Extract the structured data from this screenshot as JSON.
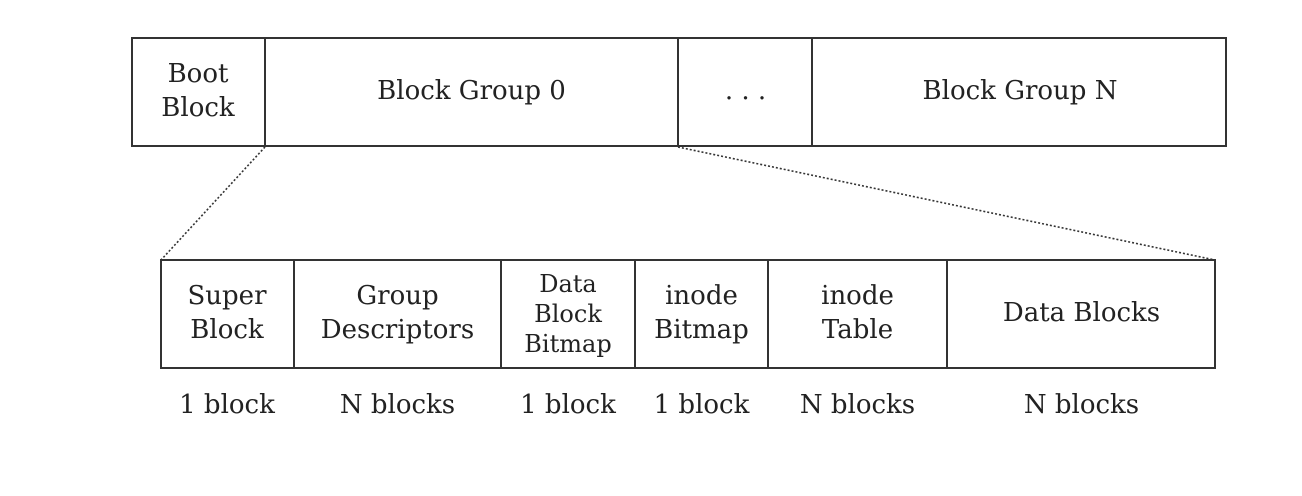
{
  "top_row": {
    "cells": [
      {
        "label": "Boot\nBlock"
      },
      {
        "label": "Block Group 0"
      },
      {
        "label": ". . ."
      },
      {
        "label": "Block Group N"
      }
    ]
  },
  "bottom_row": {
    "cells": [
      {
        "label": "Super\nBlock",
        "size": "1 block"
      },
      {
        "label": "Group\nDescriptors",
        "size": "N blocks"
      },
      {
        "label": "Data\nBlock\nBitmap",
        "size": "1 block"
      },
      {
        "label": "inode\nBitmap",
        "size": "1 block"
      },
      {
        "label": "inode\nTable",
        "size": "N blocks"
      },
      {
        "label": "Data Blocks",
        "size": "N blocks"
      }
    ]
  }
}
